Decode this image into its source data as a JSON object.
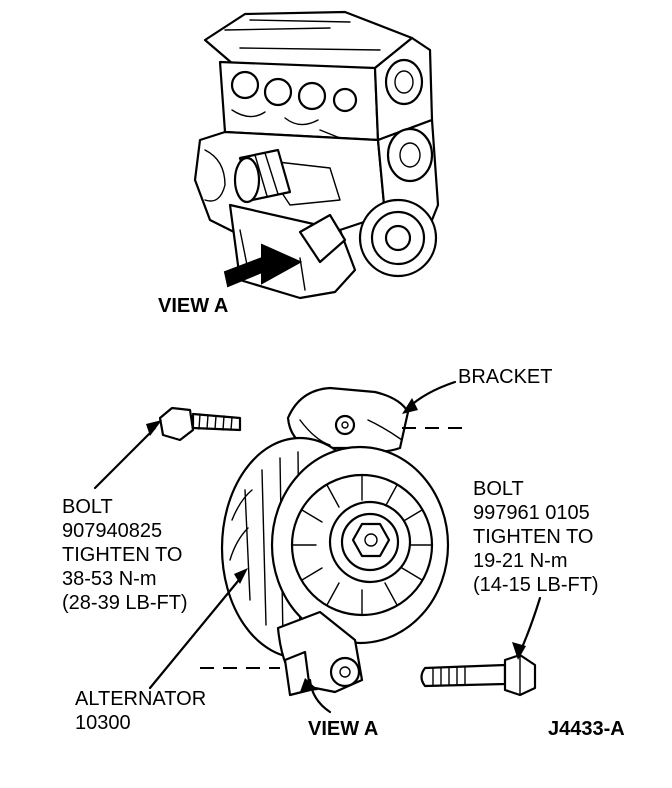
{
  "labels": {
    "view_a_top": "VIEW A",
    "bracket": "BRACKET",
    "bolt_left": [
      "BOLT",
      "907940825",
      "TIGHTEN TO",
      "38-53 N-m",
      "(28-39 LB-FT)"
    ],
    "bolt_right": [
      "BOLT",
      "997961 0105",
      "TIGHTEN TO",
      "19-21 N-m",
      "(14-15 LB-FT)"
    ],
    "alternator": [
      "ALTERNATOR",
      "10300"
    ],
    "view_a_bottom": "VIEW A",
    "figure_id": "J4433-A"
  },
  "colors": {
    "ink": "#000000",
    "paper": "#ffffff"
  }
}
